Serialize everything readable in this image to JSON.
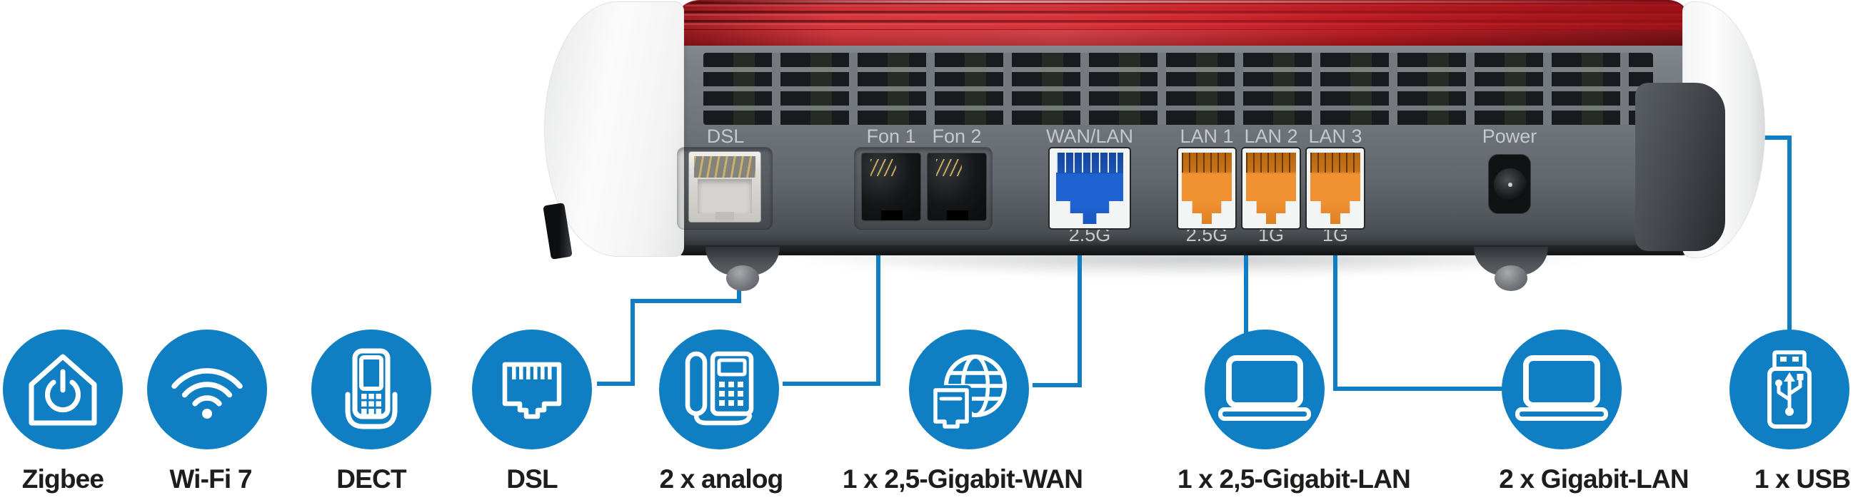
{
  "device": {
    "name": "Router rear panel",
    "ports": [
      {
        "id": "dsl",
        "label": "DSL",
        "sublabel": ""
      },
      {
        "id": "fon1",
        "label": "Fon 1",
        "sublabel": ""
      },
      {
        "id": "fon2",
        "label": "Fon 2",
        "sublabel": ""
      },
      {
        "id": "wanlan",
        "label": "WAN/LAN",
        "sublabel": "2.5G"
      },
      {
        "id": "lan1",
        "label": "LAN 1",
        "sublabel": "2.5G"
      },
      {
        "id": "lan2",
        "label": "LAN 2",
        "sublabel": "1G"
      },
      {
        "id": "lan3",
        "label": "LAN 3",
        "sublabel": "1G"
      },
      {
        "id": "power",
        "label": "Power",
        "sublabel": ""
      }
    ]
  },
  "features": [
    {
      "icon": "smart-home-icon",
      "label": "Zigbee"
    },
    {
      "icon": "wifi-icon",
      "label": "Wi-Fi 7"
    },
    {
      "icon": "cordless-phone-icon",
      "label": "DECT"
    },
    {
      "icon": "rj45-jack-icon",
      "label": "DSL"
    },
    {
      "icon": "desk-phone-icon",
      "label": "2 x analog"
    },
    {
      "icon": "globe-ethernet-icon",
      "label": "1 x 2,5-Gigabit-WAN"
    },
    {
      "icon": "laptop-icon",
      "label": "1 x 2,5-Gigabit-LAN"
    },
    {
      "icon": "laptop-icon",
      "label": "2 x Gigabit-LAN"
    },
    {
      "icon": "usb-stick-icon",
      "label": "1 x USB"
    }
  ],
  "colors": {
    "accent_blue": "#0f7ec3",
    "brand_red": "#d5252c",
    "body_gray": "#6f757b",
    "port_blue": "#1f63d2",
    "port_orange": "#f09132",
    "label_dark": "#1d1d1b",
    "port_label_gray": "#c6c9cc"
  }
}
